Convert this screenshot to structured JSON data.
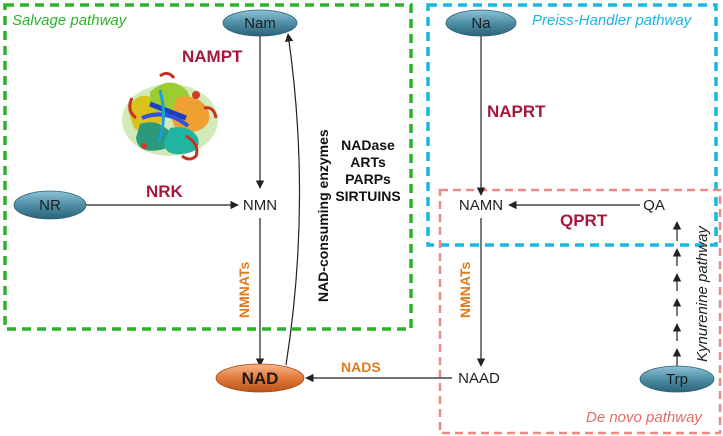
{
  "colors": {
    "salvage_green": "#2db32b",
    "preiss_blue": "#19b6e3",
    "denovo_salmon": "#ee8a86",
    "enzyme_red": "#a8173a",
    "enzyme_orange": "#e27a1d",
    "nad_orange": "#e07a3a",
    "pill_blue": "#4f8fa6"
  },
  "regions": {
    "salvage": "Salvage pathway",
    "preiss_handler": "Preiss-Handler pathway",
    "de_novo": "De novo pathway"
  },
  "nodes": {
    "nam": "Nam",
    "na": "Na",
    "nr": "NR",
    "trp": "Trp",
    "nad": "NAD",
    "nmn": "NMN",
    "namn": "NAMN",
    "naad": "NAAD",
    "qa": "QA"
  },
  "enzymes": {
    "nampt": "NAMPT",
    "nrk": "NRK",
    "naprt": "NAPRT",
    "qprt": "QPRT",
    "nmnats_left": "NMNATs",
    "nmnats_right": "NMNATs",
    "nads": "NADS"
  },
  "consumers": {
    "heading": "NAD-consuming enzymes",
    "items": [
      "NADase",
      "ARTs",
      "PARPs",
      "SIRTUINS"
    ]
  },
  "kynurenine": "Kynurenine pathway"
}
